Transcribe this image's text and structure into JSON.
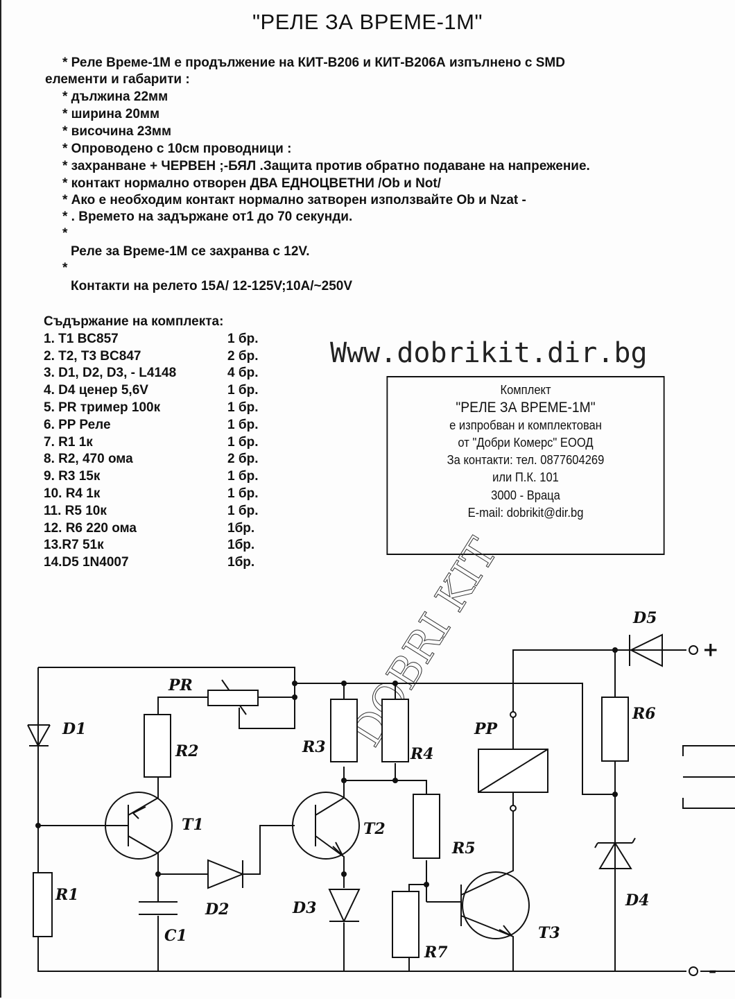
{
  "title": "\"РЕЛЕ ЗА ВРЕМЕ-1М\"",
  "description": [
    "* Реле Време-1М е продължение на КИТ-В206 и КИТ-В206А изпълнено с SMD",
    "елементи и габарити :",
    "* дължина 22мм",
    "* ширина 20мм",
    "* височина 23мм",
    "* Опроводено с 10см проводници :",
    "* захранване + ЧЕРВЕН ;-БЯЛ .Защита против обратно подаване на напрежение.",
    "* контакт нормално отворен ДВА ЕДНОЦВЕТНИ /Ob и Not/",
    "* Ако е необходим контакт нормално затворен използвайте Ob и Nzat -",
    "* . Времето на задържане от1 до 70 секунди.",
    "*",
    "Реле за Време-1М се захранва с 12V.",
    "*",
    "Контакти на релето 15А/ 12-125V;10А/~250V"
  ],
  "kit": {
    "heading": "Съдържание на комплекта:",
    "items": [
      {
        "name": "1. T1 BC857",
        "qty": "1 бр."
      },
      {
        "name": "2. T2, T3 BC847",
        "qty": "2 бр."
      },
      {
        "name": "3. D1, D2, D3, - L4148",
        "qty": "4 бр."
      },
      {
        "name": "4. D4 ценер 5,6V",
        "qty": "1 бр."
      },
      {
        "name": "5. PR тример 100к",
        "qty": "1 бр."
      },
      {
        "name": "6. PP Реле",
        "qty": "1 бр."
      },
      {
        "name": "7. R1 1к",
        "qty": "1 бр."
      },
      {
        "name": "8. R2, 470 ома",
        "qty": "2 бр."
      },
      {
        "name": "9. R3 15к",
        "qty": "1 бр."
      },
      {
        "name": "10. R4 1к",
        "qty": "1 бр."
      },
      {
        "name": "11. R5 10к",
        "qty": "1 бр."
      },
      {
        "name": "12. R6 220 ома",
        "qty": "1бр."
      },
      {
        "name": "13.R7 51к",
        "qty": "1бр."
      },
      {
        "name": "14.D5 1N4007",
        "qty": "1бр."
      }
    ]
  },
  "website": "Www.dobrikit.dir.bg",
  "contact_box": {
    "lines": [
      "Комплект",
      "\"РЕЛЕ ЗА ВРЕМЕ-1М\"",
      "е изпробван и комплектован",
      "от \"Добри Комерс\" ЕООД",
      "За контакти:  тел. 0877604269",
      "или П.К. 101",
      "3000 - Враца",
      "E-mail: dobrikit@dir.bg"
    ]
  },
  "watermark": "DOBRI KIT",
  "schematic": {
    "labels": {
      "PR": "PR",
      "D1": "D1",
      "R2": "R2",
      "R1": "R1",
      "T1": "T1",
      "D2": "D2",
      "C1": "C1",
      "R3": "R3",
      "R4": "R4",
      "T2": "T2",
      "D3": "D3",
      "R5": "R5",
      "R7": "R7",
      "PP": "PP",
      "T3": "T3",
      "R6": "R6",
      "D4": "D4",
      "D5": "D5",
      "plus": "+",
      "minus": "-"
    }
  }
}
